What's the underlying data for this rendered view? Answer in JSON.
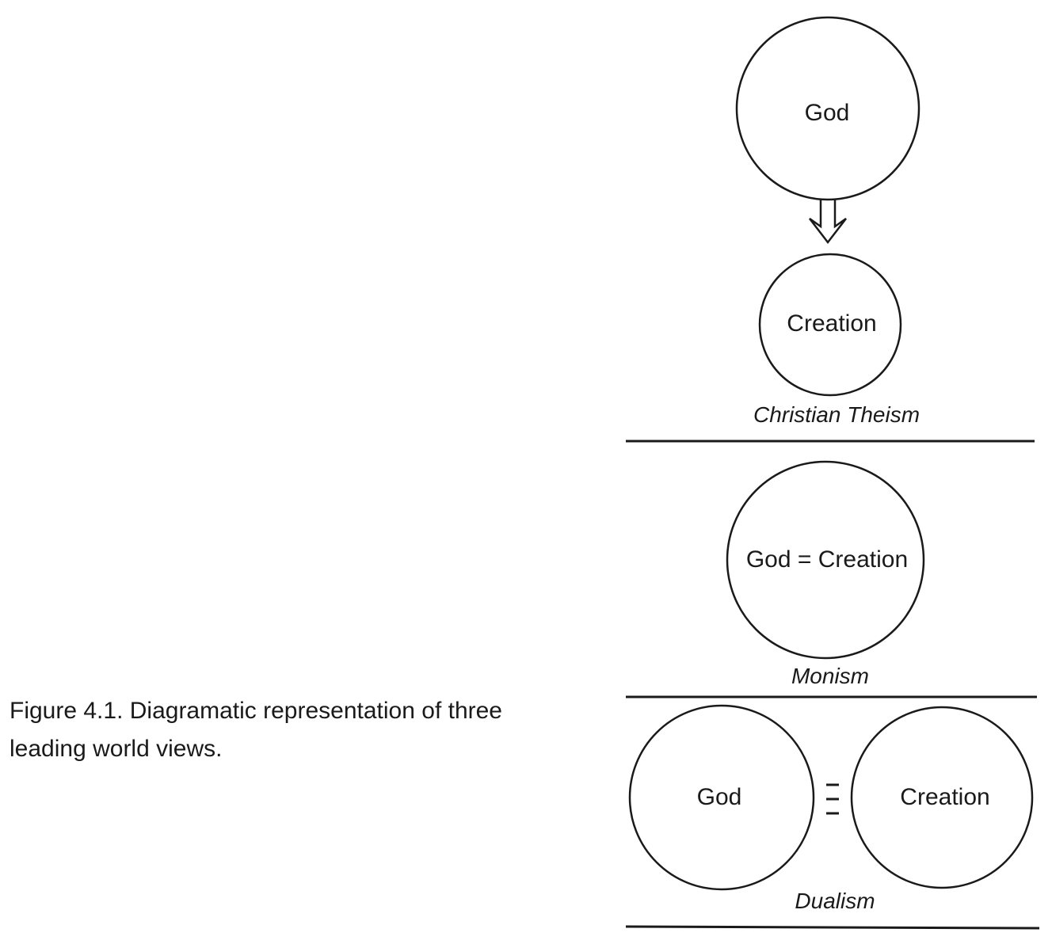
{
  "caption": {
    "line1": "Figure 4.1. Diagramatic representation of three",
    "line2": "leading world views."
  },
  "christian_theism": {
    "top_label": "God",
    "bottom_label": "Creation",
    "caption": "Christian Theism"
  },
  "monism": {
    "label": "God = Creation",
    "caption": "Monism"
  },
  "dualism": {
    "left_label": "God",
    "right_label": "Creation",
    "caption": "Dualism"
  },
  "colors": {
    "ink": "#1a1a1a",
    "paper": "#ffffff"
  }
}
